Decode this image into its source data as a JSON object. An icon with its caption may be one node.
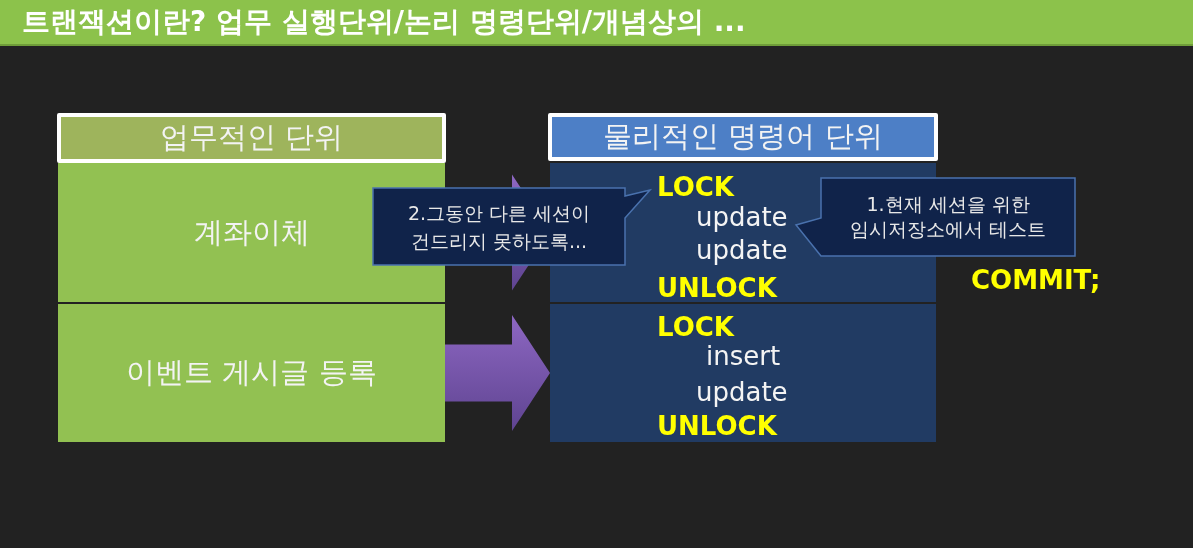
{
  "diagram": {
    "title": "트랜잭션이란? 업무 실행단위/논리 명령단위/개념상의 ...",
    "nodes": [
      {
        "text": [
          "업무적인 단위"
        ]
      },
      {
        "text": [
          "계좌이체"
        ]
      },
      {
        "text": [
          "이벤트 게시글 등록"
        ]
      },
      {
        "text": [
          "물리적인 명령어 단위"
        ]
      },
      {
        "text": [
          "LOCK",
          "update",
          "update",
          "UNLOCK"
        ]
      },
      {
        "text": [
          "LOCK",
          "insert",
          "update",
          "UNLOCK"
        ]
      },
      {
        "text": [
          "2.그동안 다른 세션이 건드리지 못하도록..."
        ]
      },
      {
        "text": [
          "1.현재 세션을 위한 임시저장소에서 테스트"
        ]
      }
    ],
    "edges": [
      {
        "from": 1,
        "to": 4,
        "arrow": "to"
      },
      {
        "from": 2,
        "to": 5,
        "arrow": "to"
      }
    ],
    "labels": [
      "COMMIT;"
    ]
  }
}
